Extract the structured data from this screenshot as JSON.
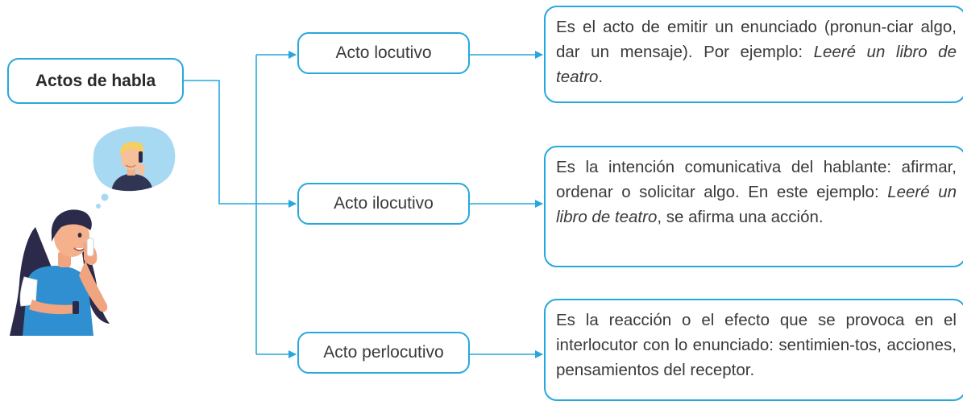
{
  "root": {
    "label": "Actos de habla"
  },
  "acts": [
    {
      "label": "Acto locutivo",
      "desc_1": "Es el acto de emitir un enunciado (pronun-ciar algo, dar un mensaje). Por ejemplo: ",
      "desc_example": "Leeré un libro de teatro",
      "desc_2": "."
    },
    {
      "label": "Acto ilocutivo",
      "desc_1": "Es la intención comunicativa del hablante: afirmar, ordenar o solicitar algo. En este ejemplo: ",
      "desc_example": "Leeré un libro de teatro",
      "desc_2": ", se afirma una acción."
    },
    {
      "label": "Acto perlocutivo",
      "desc_1": "Es la reacción o el efecto que se provoca en el interlocutor con lo enunciado: sentimien-tos, acciones, pensamientos del receptor.",
      "desc_example": "",
      "desc_2": ""
    }
  ],
  "colors": {
    "accent": "#27a8dc",
    "bubble": "#a8d9f3",
    "shirt": "#2f8fd0",
    "hair": "#2b2a4a"
  },
  "illustrations": [
    "woman-on-phone-illustration",
    "man-on-phone-thought-bubble"
  ]
}
